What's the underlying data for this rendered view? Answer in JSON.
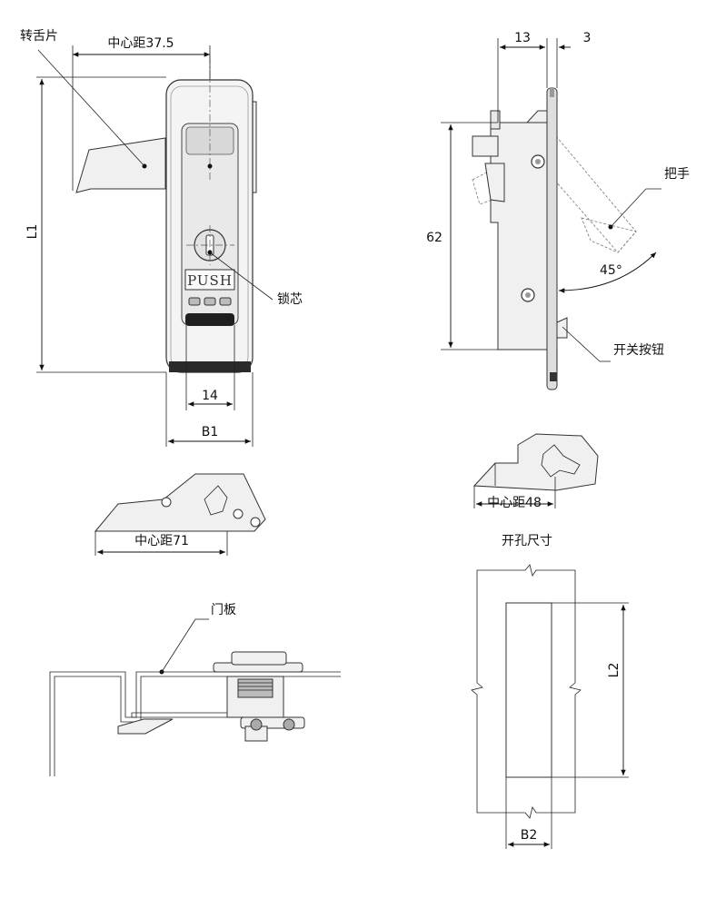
{
  "front_view": {
    "tongue_label": "转舌片",
    "center_distance": "中心距37.5",
    "height_label": "L1",
    "push_text": "PUSH",
    "lock_core_label": "锁芯",
    "inner_width": "14",
    "outer_width": "B1"
  },
  "side_view": {
    "dim_top_left": "13",
    "dim_top_right": "3",
    "height": "62",
    "handle_label": "把手",
    "angle": "45°",
    "switch_button_label": "开关按钮"
  },
  "tongue_plate_71": {
    "center_distance": "中心距71"
  },
  "tongue_plate_48": {
    "center_distance": "中心距48"
  },
  "section_view": {
    "door_panel_label": "门板"
  },
  "cutout": {
    "title": "开孔尺寸",
    "length_label": "L2",
    "width_label": "B2"
  }
}
